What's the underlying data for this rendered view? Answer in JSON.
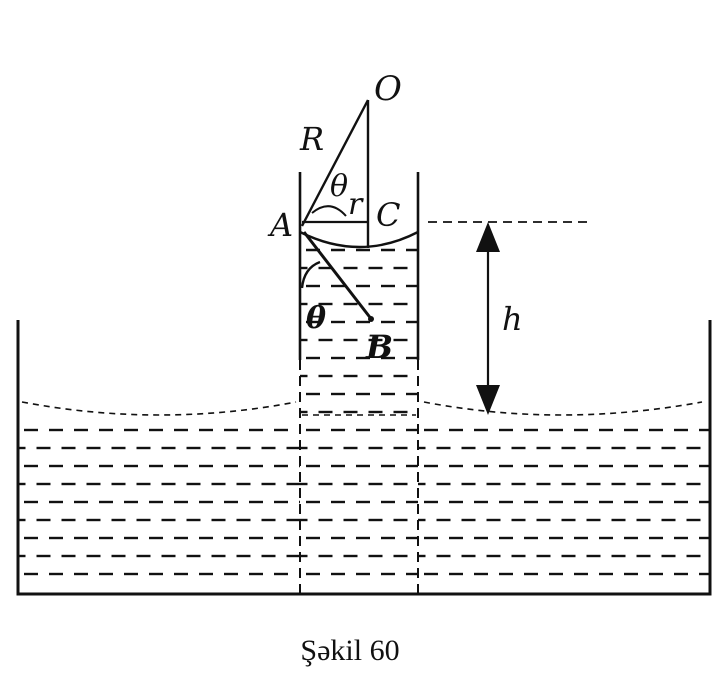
{
  "figure": {
    "caption": "Şəkil 60",
    "labels": {
      "O": "O",
      "R": "R",
      "theta_top": "θ",
      "r": "r",
      "A": "A",
      "C": "C",
      "theta_bottom": "θ",
      "B": "B",
      "h": "h"
    }
  },
  "colors": {
    "ink": "#111111",
    "background": "#ffffff"
  }
}
